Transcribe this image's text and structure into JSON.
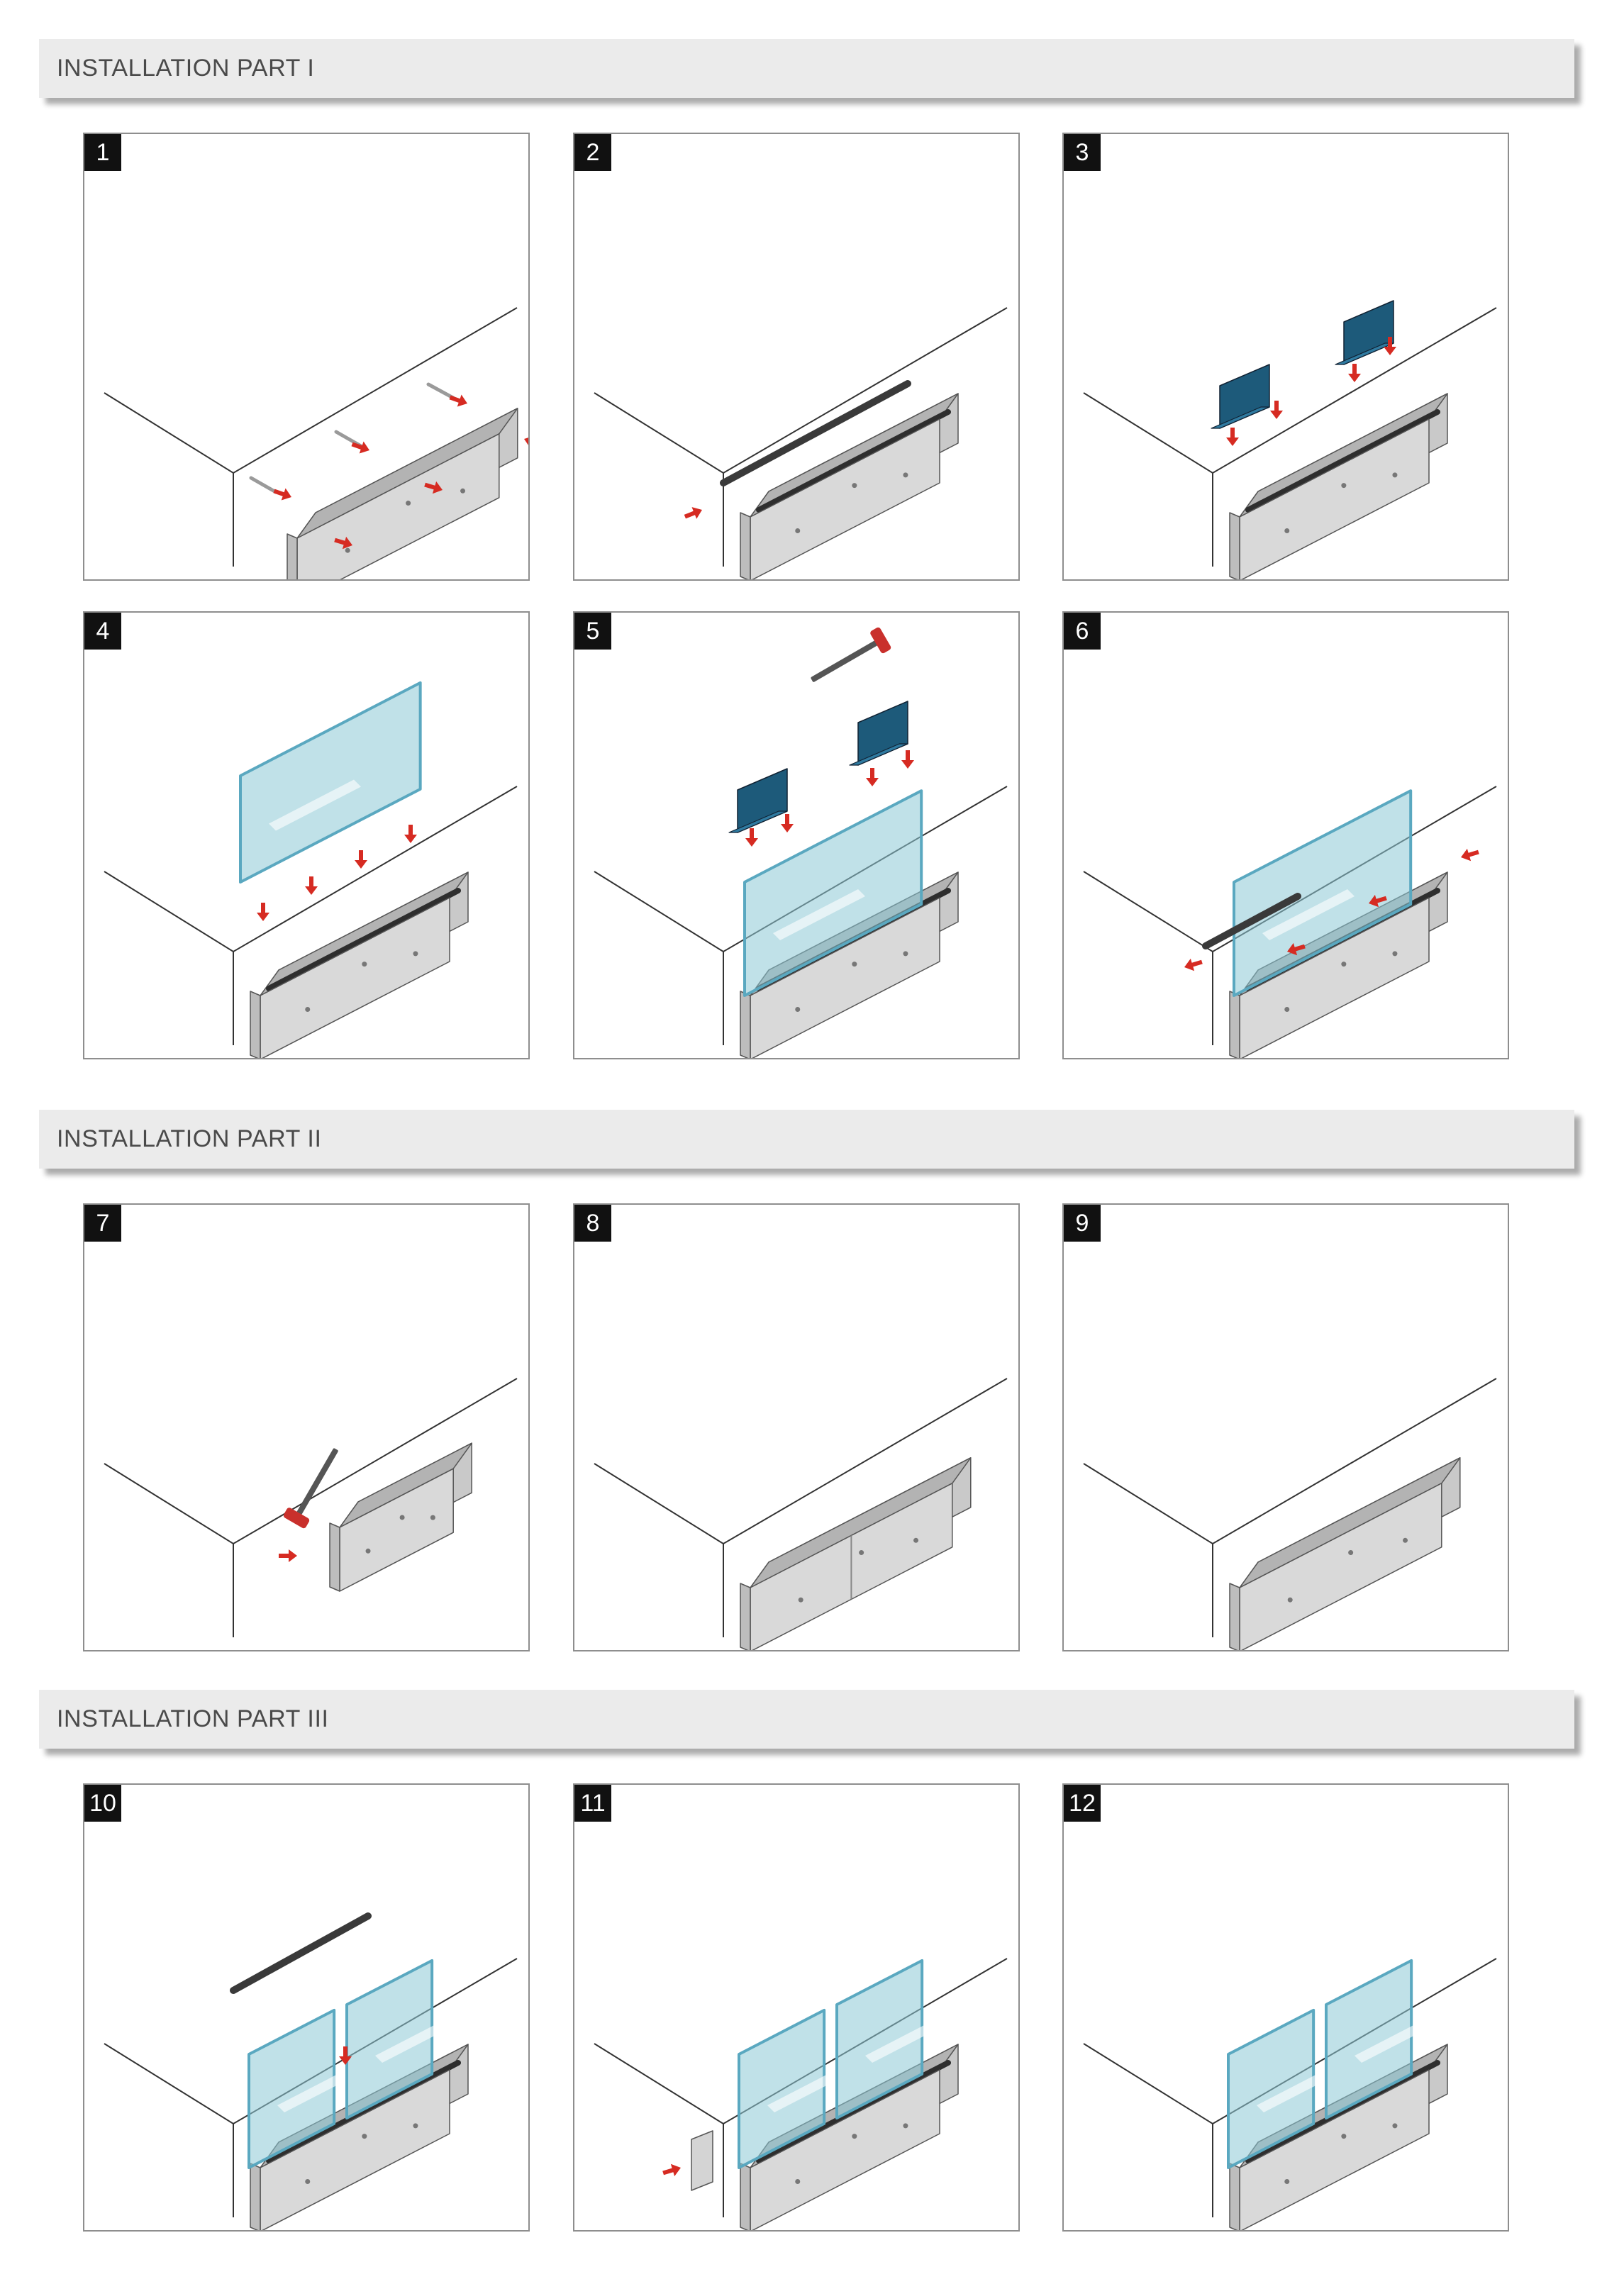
{
  "sections": [
    {
      "title": "INSTALLATION PART I"
    },
    {
      "title": "INSTALLATION PART II"
    },
    {
      "title": "INSTALLATION PART III"
    }
  ],
  "steps": [
    {
      "number": "1"
    },
    {
      "number": "2"
    },
    {
      "number": "3"
    },
    {
      "number": "4"
    },
    {
      "number": "5"
    },
    {
      "number": "6"
    },
    {
      "number": "7"
    },
    {
      "number": "8"
    },
    {
      "number": "9"
    },
    {
      "number": "10"
    },
    {
      "number": "11"
    },
    {
      "number": "12"
    }
  ],
  "colors": {
    "header_bg": "#ebebeb",
    "arrow": "#d62b22",
    "glass": "#8cc8d6",
    "glass_edge": "#5aa8c0",
    "clip": "#1d5a7a",
    "profile": "#d9d9d9",
    "gasket": "#2e2e2e",
    "badge": "#111111"
  }
}
